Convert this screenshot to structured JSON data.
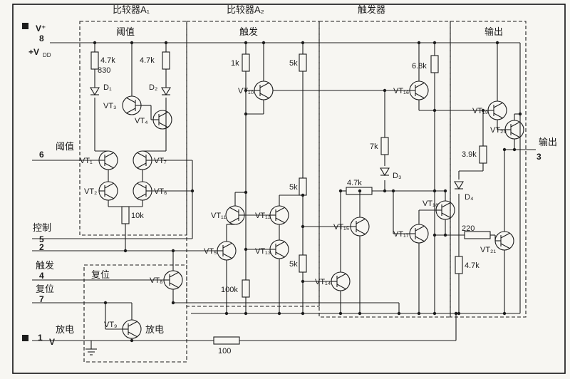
{
  "diagram": {
    "block_titles": {
      "comparator_a1": "比较器A₁",
      "comparator_a2": "比较器A₂",
      "flip_flop": "触发器"
    },
    "headers": {
      "threshold": "阈值",
      "trigger": "触发",
      "output": "输出"
    },
    "pins": {
      "v_plus": "V⁺",
      "pin8": "8",
      "vdd_main": "+V",
      "vdd_sub": "DD",
      "threshold": "阈值",
      "pin6": "6",
      "control": "控制",
      "pin5": "5",
      "pin2": "2",
      "trigger": "触发",
      "pin4": "4",
      "reset": "复位",
      "pin7": "7",
      "discharge": "放电",
      "pin1": "1",
      "v_minus": "V⁻",
      "output": "输出",
      "pin3": "3"
    },
    "inner_labels": {
      "reset": "复位",
      "discharge": "放电"
    },
    "resistors": {
      "r_4k7_a": "4.7k",
      "r_830": "830",
      "r_4k7_b": "4.7k",
      "r_10k": "10k",
      "r_1k": "1k",
      "r_5k_top": "5k",
      "r_5k_mid": "5k",
      "r_5k_bot": "5k",
      "r_100k": "100k",
      "r_100": "100",
      "r_4k7_ff": "4.7k",
      "r_7k": "7k",
      "r_6k8": "6.8k",
      "r_3k9": "3.9k",
      "r_220": "220",
      "r_4k7_out": "4.7k"
    },
    "transistors": {
      "vt1": "VT₁",
      "vt2": "VT₂",
      "vt3": "VT₃",
      "vt4": "VT₄",
      "vt5": "VT₅",
      "vt6": "VT₆",
      "vt7": "VT₇",
      "vt8": "VT₈",
      "vt9": "VT₉",
      "vt10": "VT₁₀",
      "vt11": "VT₁₁",
      "vt12": "VT₁₂",
      "vt13": "VT₁₃",
      "vt14": "VT₁₄",
      "vt15": "VT₁₅",
      "vt16": "VT₁₆",
      "vt17": "VT₁₇",
      "vt18": "VT₁₈",
      "vt19": "VT₁₉",
      "vt20": "VT₂₀",
      "vt21": "VT₂₁"
    },
    "diodes": {
      "d1": "D₁",
      "d2": "D₂",
      "d3": "D₃",
      "d4": "D₄"
    },
    "colors": {
      "ink": "#1c1c1c",
      "paper": "#f7f6f2"
    }
  }
}
